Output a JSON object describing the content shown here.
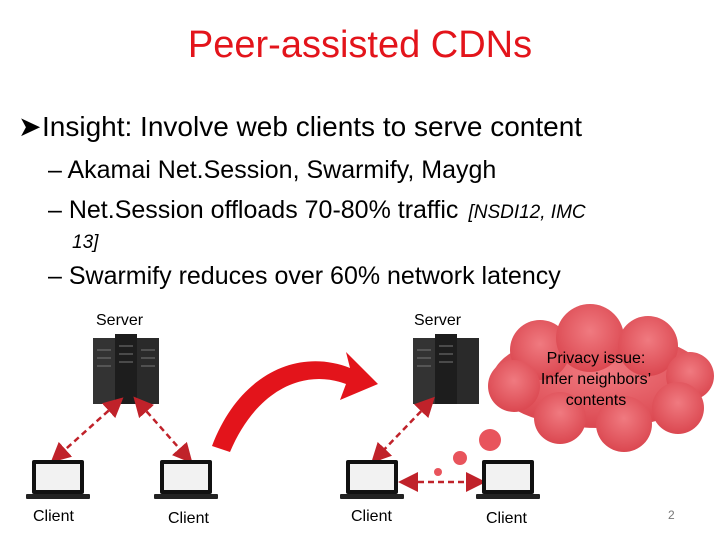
{
  "slide": {
    "title": "Peer-assisted CDNs",
    "bullet": "Insight: Involve web clients to serve content",
    "subbullets": {
      "s1": "– Akamai Net.Session, Swarmify, Maygh",
      "s2_main": "– Net.Session offloads 70-80% traffic",
      "s2_cite": "[NSDI12, IMC",
      "s2_cont": "13]",
      "s3": "– Swarmify reduces over 60% network latency"
    },
    "diagram": {
      "left_server_label": "Server",
      "right_server_label": "Server",
      "client_labels": [
        "Client",
        "Client",
        "Client",
        "Client"
      ],
      "cloud_lines": [
        "Privacy issue:",
        "Infer neighbors’",
        "contents"
      ]
    },
    "page_number": "2"
  },
  "colors": {
    "title": "#e3141b",
    "arrow": "#e3141b",
    "dashed_link": "#c0222a",
    "cloud_fill": "#e8545c"
  }
}
